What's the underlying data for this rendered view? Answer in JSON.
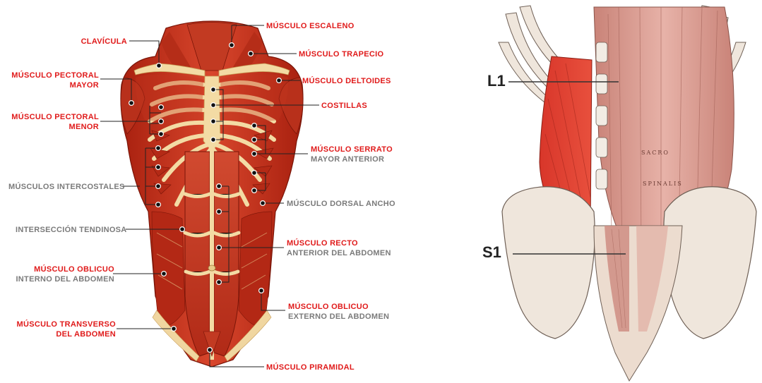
{
  "left_labels": {
    "clavicula": "CLAVÍCULA",
    "pectoral_mayor_1": "MÚSCULO PECTORAL",
    "pectoral_mayor_2": "MAYOR",
    "pectoral_menor_1": "MÚSCULO PECTORAL",
    "pectoral_menor_2": "MENOR",
    "intercostales": "MÚSCULOS INTERCOSTALES",
    "interseccion": "INTERSECCIÓN TENDINOSA",
    "oblicuo_interno_1": "MÚSCULO OBLICUO",
    "oblicuo_interno_2": "INTERNO DEL ABDOMEN",
    "transverso_1": "MÚSCULO TRANSVERSO",
    "transverso_2": "DEL ABDOMEN"
  },
  "right_labels": {
    "escaleno": "MÚSCULO ESCALENO",
    "trapecio": "MÚSCULO TRAPECIO",
    "deltoides": "MÚSCULO DELTOIDES",
    "costillas": "COSTILLAS",
    "serrato_1": "MÚSCULO SERRATO",
    "serrato_2": "MAYOR ANTERIOR",
    "dorsal": "MÚSCULO DORSAL ANCHO",
    "recto_1": "MÚSCULO RECTO",
    "recto_2": "ANTERIOR DEL ABDOMEN",
    "oblicuo_externo_1": "MÚSCULO OBLICUO",
    "oblicuo_externo_2": "EXTERNO DEL ABDOMEN",
    "piramidal": "MÚSCULO PIRAMIDAL"
  },
  "levels": {
    "upper": "L1",
    "lower": "S1"
  },
  "inscriptions": {
    "sacro": "SACRO",
    "spinalis": "SPINALIS"
  },
  "colors": {
    "label_red": "#e01a1a",
    "label_gray": "#7a7a7a",
    "muscle": "#c8321f",
    "tendon": "#f2d9a0"
  }
}
